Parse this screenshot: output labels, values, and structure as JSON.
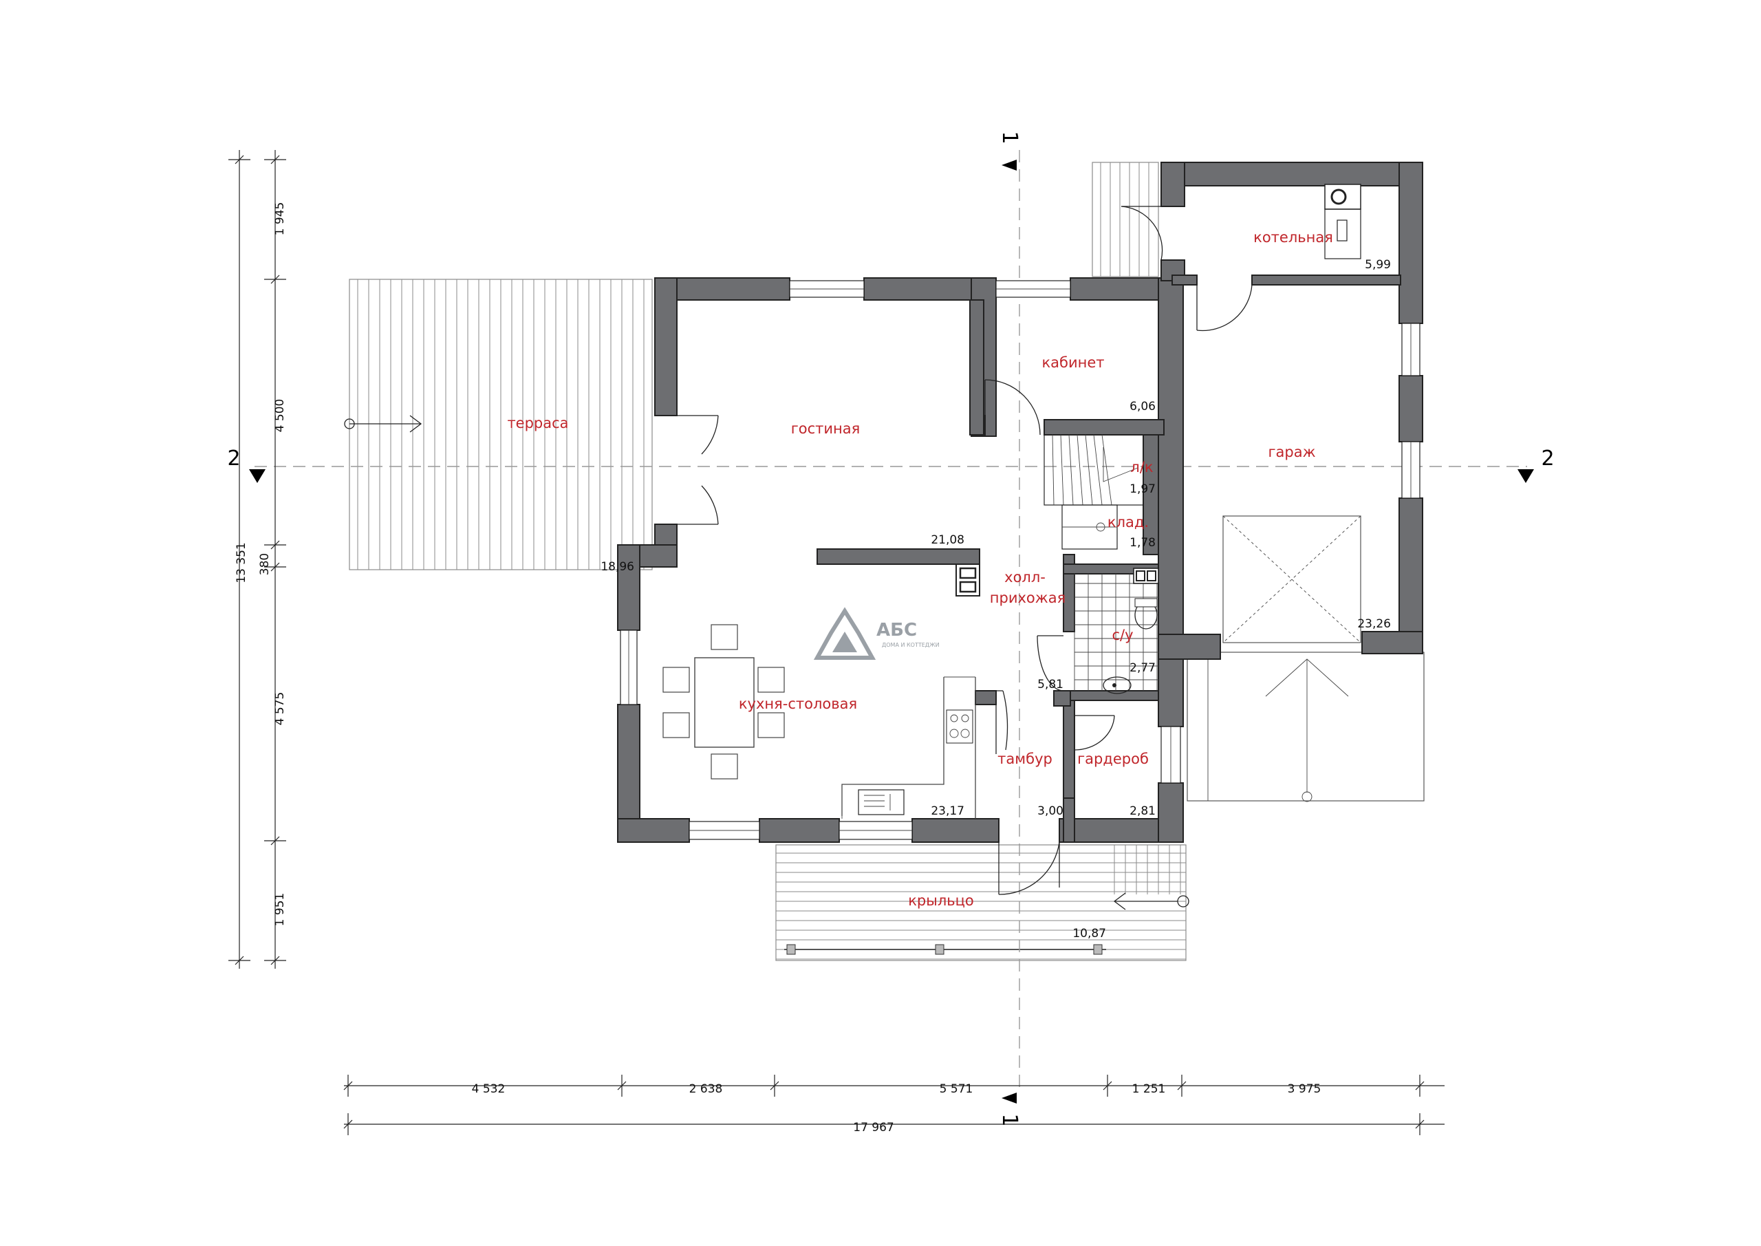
{
  "rooms": [
    {
      "id": "terrace",
      "name": "терраса",
      "area": "18,96"
    },
    {
      "id": "living",
      "name": "гостиная",
      "area": "21,08"
    },
    {
      "id": "study",
      "name": "кабинет",
      "area": "6,06"
    },
    {
      "id": "boiler",
      "name": "котельная",
      "area": "5,99"
    },
    {
      "id": "garage",
      "name": "гараж",
      "area": "23,26"
    },
    {
      "id": "stair",
      "name": "л/к",
      "area": "1,97"
    },
    {
      "id": "pantry",
      "name": "клад.",
      "area": "1,78"
    },
    {
      "id": "hall",
      "name": "холл-прихожая",
      "name_line1": "холл-",
      "name_line2": "прихожая",
      "area": "5,81"
    },
    {
      "id": "wc",
      "name": "с/у",
      "area": "2,77"
    },
    {
      "id": "kitchen",
      "name": "кухня-столовая",
      "area": "23,17"
    },
    {
      "id": "vestibule",
      "name": "тамбур",
      "area": "3,00"
    },
    {
      "id": "wardrobe",
      "name": "гардероб",
      "area": "2,81"
    },
    {
      "id": "porch",
      "name": "крыльцо",
      "area": "10,87"
    }
  ],
  "dimensions": {
    "bottom_segments": [
      "4 532",
      "2 638",
      "5 571",
      "1 251",
      "3 975"
    ],
    "bottom_total": "17 967",
    "left_segments": [
      "1 945",
      "4 500",
      "380",
      "4 575",
      "1 951"
    ],
    "left_total": "13 351"
  },
  "section_marks": {
    "vertical": "1",
    "horizontal": "2"
  },
  "logo": {
    "title": "АБС",
    "subtitle": "ДОМА И КОТТЕДЖИ"
  },
  "colors": {
    "wall": "#6d6e71",
    "room_label": "#c0262b",
    "axis": "#999999"
  }
}
